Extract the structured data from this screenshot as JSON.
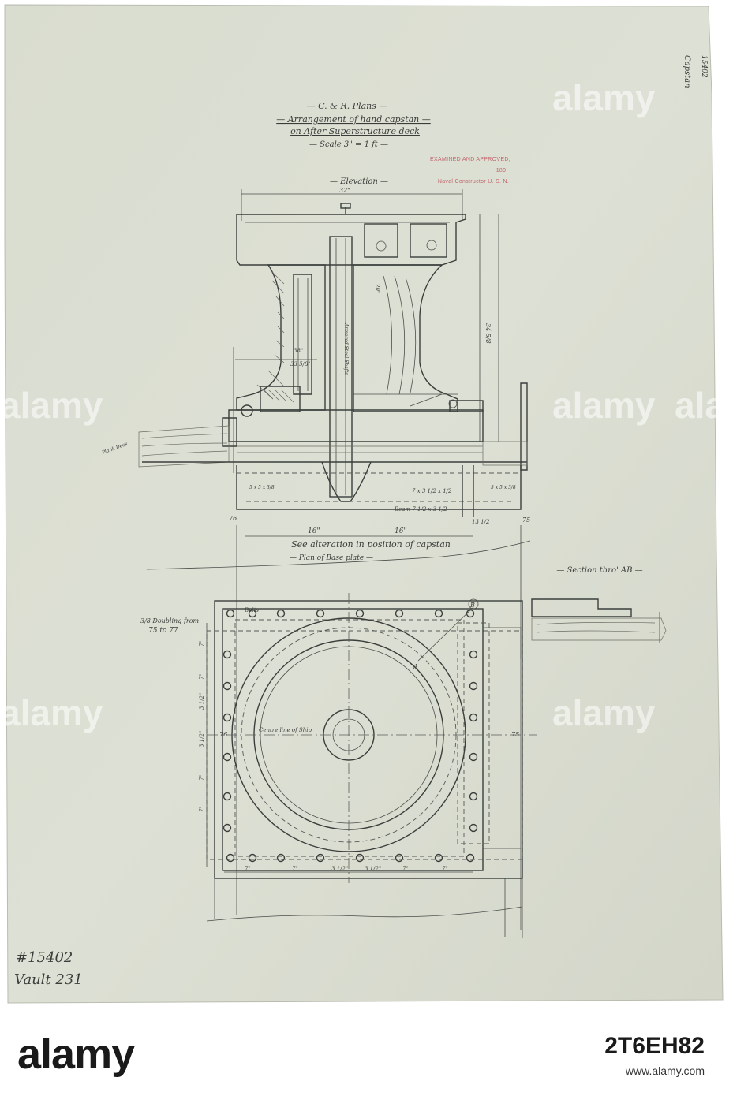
{
  "drawing": {
    "title_line1": "— C. & R. Plans —",
    "title_line2": "— Arrangement of hand capstan —",
    "title_line3": "on After Superstructure deck",
    "title_line4": "— Scale 3\" = 1 ft —",
    "stamp_line1": "EXAMINED AND APPROVED,",
    "stamp_line2": "189",
    "stamp_line3": "Naval Constructor U. S. N.",
    "corner_note1": "Capstan",
    "corner_note2": "15402",
    "elevation_label": "— Elevation —",
    "dim_top": "32\"",
    "dim_38": "38\"",
    "dim_33": "33 5/8\"",
    "dim_34": "34 5/8\"",
    "dim_20": "20\"",
    "dim_side": "34 5/8",
    "shaft_label": "Armored Steel Shafts",
    "deck_note": "Plank Deck",
    "angle_left": "5 x 5 x 3/8",
    "angle_right": "5 x 5 x 3/8",
    "plate_note": "7 x 3 1/2 x 1/2",
    "beam_note": "Beam 7 1/2 x 3 1/2",
    "frame_left": "76",
    "frame_right": "75",
    "small_dim": "13 1/2",
    "dim_16_left": "16\"",
    "dim_16_right": "16\"",
    "alteration_note": "See alteration in position of capstan",
    "plan_label": "— Plan of Base plate —",
    "section_label": "— Section thro' AB —",
    "doubling_line1": "3/8 Doubling from",
    "doubling_line2": "75 to 77",
    "bolts_label": "Bolts",
    "centre_line_label": "Centre line of Ship",
    "plan_frame_left": "76",
    "plan_frame_right": "75",
    "label_A": "A",
    "label_B": "B",
    "bottom_dims": [
      "7\"",
      "7\"",
      "3 1/2\"",
      "3 1/2\"",
      "7\"",
      "7\""
    ],
    "side_dims": [
      "7\"",
      "7\"",
      "3 1/2\"",
      "3 1/2\"",
      "7\"",
      "7\""
    ],
    "catalog_line1": "#15402",
    "catalog_line2": "Vault 231"
  },
  "watermark": {
    "text": "alamy"
  },
  "footer": {
    "logo": "alamy",
    "image_id": "2T6EH82",
    "meta": "www.alamy.com"
  }
}
